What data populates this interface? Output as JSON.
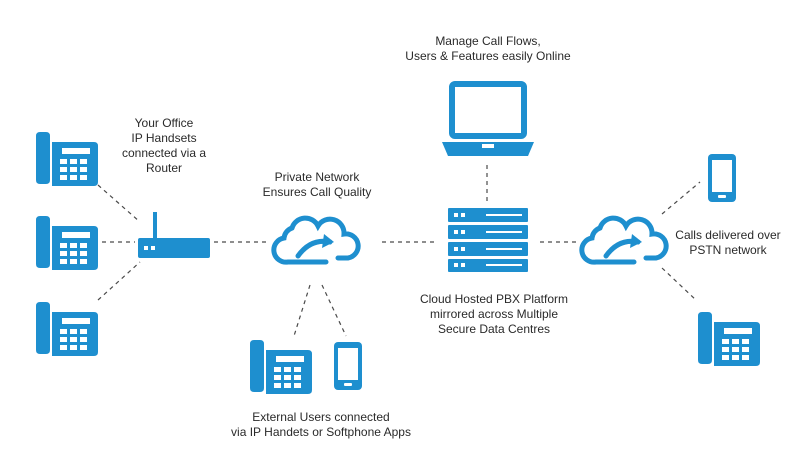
{
  "colors": {
    "accent": "#1e8fcf",
    "line": "#4a4a4a",
    "text": "#2a2a2a"
  },
  "labels": {
    "office": [
      "Your Office",
      "IP Handsets",
      "connected via a",
      "Router"
    ],
    "private_network": [
      "Private Network",
      "Ensures Call Quality"
    ],
    "manage": [
      "Manage Call Flows,",
      "Users & Features easily Online"
    ],
    "platform": [
      "Cloud Hosted PBX Platform",
      "mirrored across Multiple",
      "Secure Data Centres"
    ],
    "external": [
      "External Users connected",
      "via IP Handets or Softphone Apps"
    ],
    "pstn": [
      "Calls delivered over",
      "PSTN network"
    ]
  },
  "icons": [
    "desk-phone-icon",
    "router-icon",
    "cloud-icon",
    "laptop-icon",
    "server-stack-icon",
    "smartphone-icon"
  ]
}
